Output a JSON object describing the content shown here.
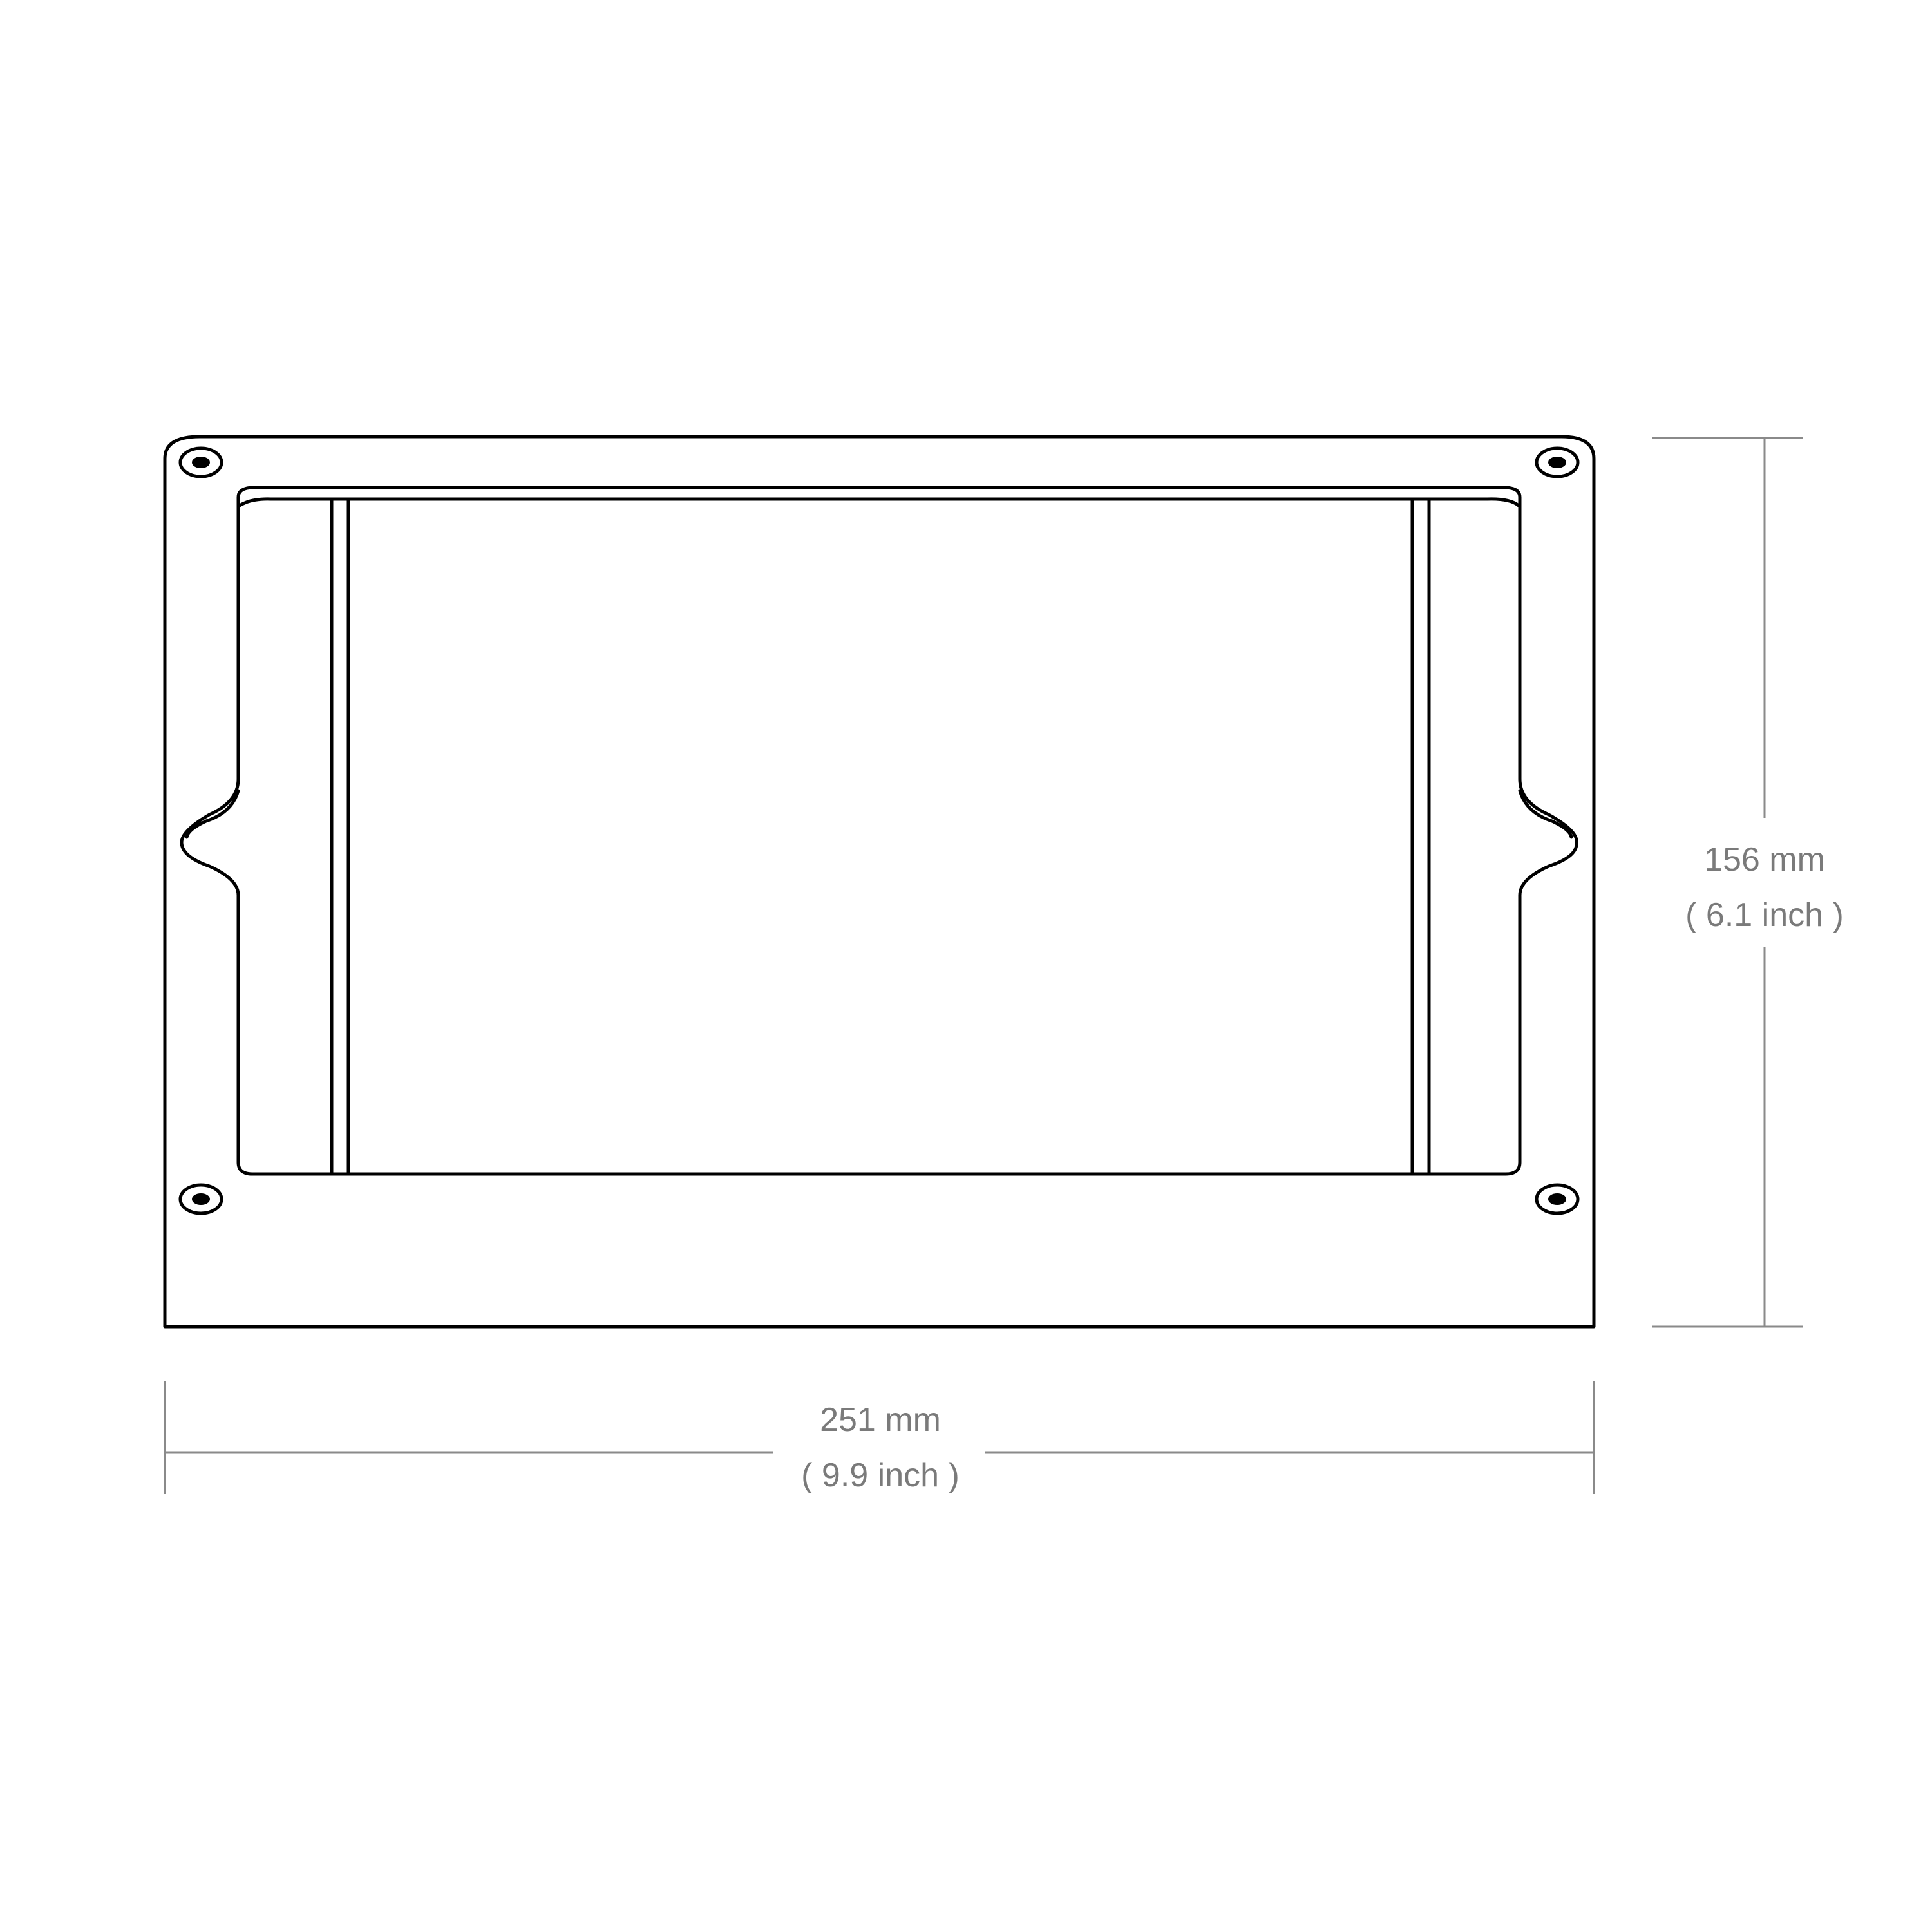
{
  "dimensions": {
    "width": {
      "metric": "251 mm",
      "imperial": "( 9.9 inch )"
    },
    "height": {
      "metric": "156 mm",
      "imperial": "( 6.1 inch )"
    }
  },
  "colors": {
    "outline": "#000000",
    "dimension": "#8a8a8a",
    "background": "#ffffff"
  }
}
